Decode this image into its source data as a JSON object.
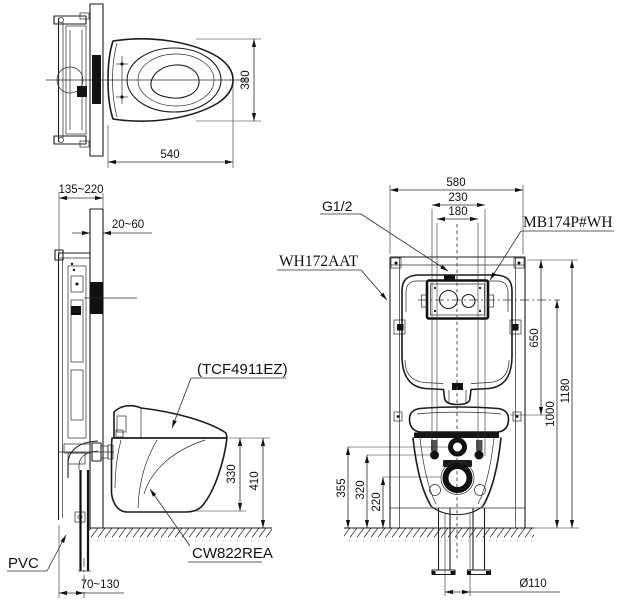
{
  "labels": {
    "supply_thread": "G1/2",
    "flush_plate_model": "MB174P#WH",
    "frame_model": "WH172AAT",
    "washlet_model": "(TCF4911EZ)",
    "bowl_model": "CW822REA",
    "pipe_material": "PVC"
  },
  "dims": {
    "top": {
      "bowl_width": "540",
      "bowl_depth": "380"
    },
    "side": {
      "frame_depth": "135~220",
      "wall_thickness": "20~60",
      "bowl_height": "330",
      "rim_height": "410",
      "outlet_offset": "70~130"
    },
    "front": {
      "frame_width": "580",
      "span_230": "230",
      "span_180": "180",
      "h_650": "650",
      "h_1000": "1000",
      "h_1180": "1180",
      "h_355": "355",
      "h_320": "320",
      "h_220": "220",
      "drain_diameter": "Ø110"
    }
  }
}
